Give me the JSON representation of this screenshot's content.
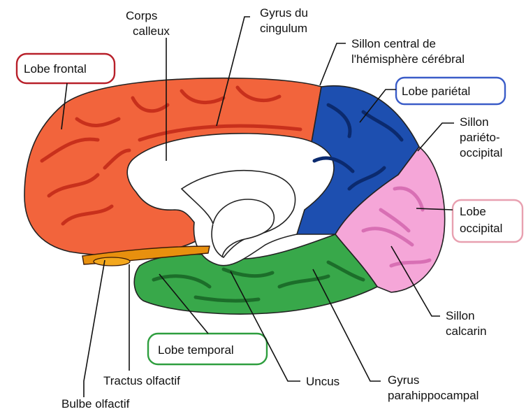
{
  "labels": {
    "corps_calleux": [
      "Corps",
      "calleux"
    ],
    "gyrus_cingulum": [
      "Gyrus du",
      "cingulum"
    ],
    "sillon_central": [
      "Sillon central de",
      "l'hémisphère cérébral"
    ],
    "lobe_frontal": "Lobe frontal",
    "lobe_parietal": "Lobe pariétal",
    "sillon_parieto": [
      "Sillon",
      "pariéto-",
      "occipital"
    ],
    "lobe_occipital": [
      "Lobe",
      "occipital"
    ],
    "sillon_calcarin": [
      "Sillon",
      "calcarin"
    ],
    "lobe_temporal": "Lobe temporal",
    "tractus_olfactif": "Tractus olfactif",
    "uncus": "Uncus",
    "gyrus_parahippocampal": [
      "Gyrus",
      "parahippocampal"
    ],
    "bulbe_olfactif": "Bulbe olfactif"
  },
  "colors": {
    "frontal": "#f2643c",
    "frontal_fold": "#c8301c",
    "parietal": "#1d4fb0",
    "parietal_fold": "#0b2a6e",
    "occipital": "#f5a6d8",
    "occipital_fold": "#d86fb4",
    "temporal": "#38a84a",
    "temporal_fold": "#1c6e2a",
    "frontal_box": "#b8202a",
    "parietal_box": "#3a5cc8",
    "occipital_box": "#e8a0b0",
    "temporal_box": "#2e9e3e"
  }
}
